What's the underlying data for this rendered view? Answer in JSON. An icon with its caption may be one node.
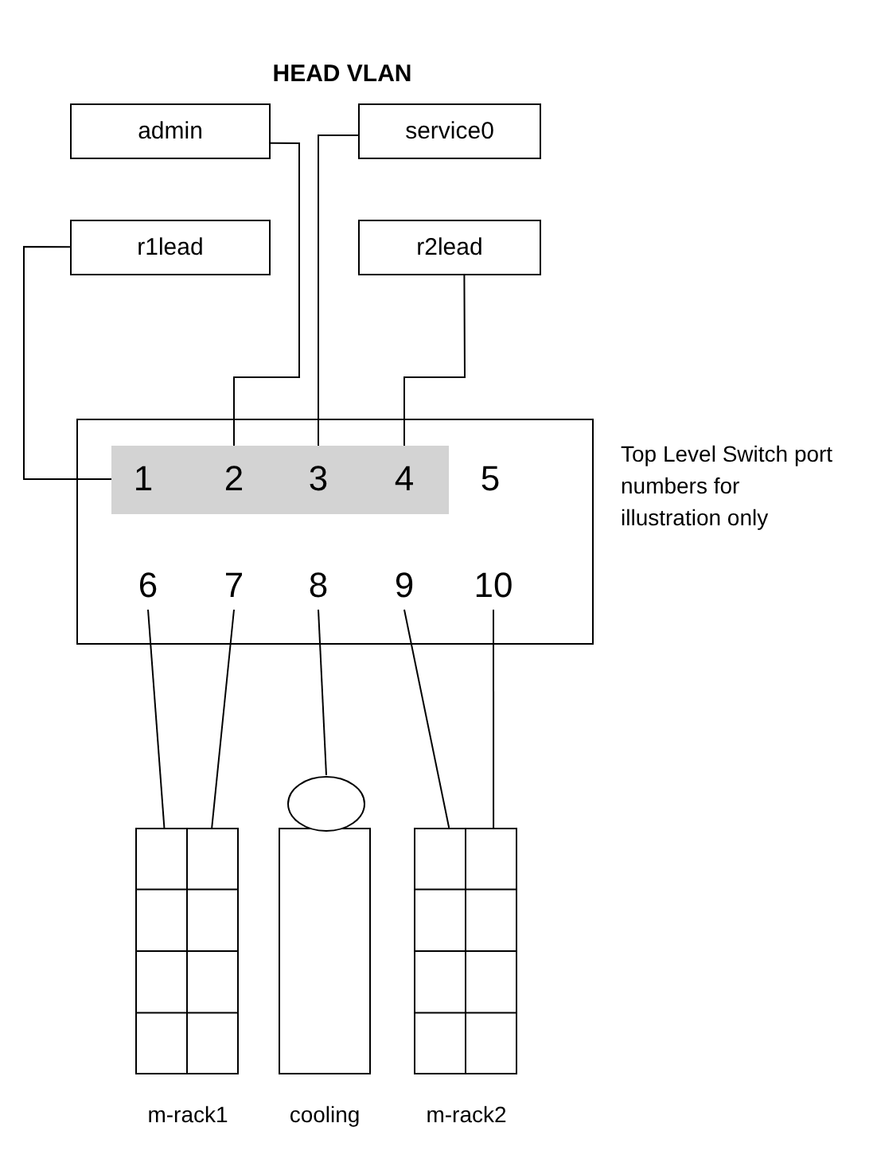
{
  "diagram": {
    "title": "HEAD VLAN",
    "nodes": [
      {
        "text": [
          "admin"
        ]
      },
      {
        "text": [
          "service0"
        ]
      },
      {
        "text": [
          "r1lead"
        ]
      },
      {
        "text": [
          "r2lead"
        ]
      },
      {
        "text": [],
        "shape": "box",
        "beside": [
          "Top Level Switch port numbers for illustration only"
        ]
      },
      {
        "text": [],
        "shape": "bar",
        "in": 4
      },
      {
        "text": [
          "1"
        ],
        "in": 5
      },
      {
        "text": [
          "2"
        ],
        "in": 5
      },
      {
        "text": [
          "3"
        ],
        "in": 5
      },
      {
        "text": [
          "4"
        ],
        "in": 5
      },
      {
        "text": [
          "5"
        ],
        "in": 4
      },
      {
        "text": [
          "6"
        ],
        "in": 4
      },
      {
        "text": [
          "7"
        ],
        "in": 4
      },
      {
        "text": [
          "8"
        ],
        "in": 4
      },
      {
        "text": [
          "9"
        ],
        "in": 4
      },
      {
        "text": [
          "10"
        ],
        "in": 4
      },
      {
        "text": [
          "m-rack1"
        ]
      },
      {
        "text": [
          "cooling"
        ]
      },
      {
        "text": [],
        "shape": "circle"
      },
      {
        "text": [
          "m-rack2"
        ]
      }
    ],
    "edges": [
      {
        "from": 0,
        "to": 7,
        "arrow": "none"
      },
      {
        "from": 1,
        "to": 8,
        "arrow": "none"
      },
      {
        "from": 2,
        "to": 6,
        "arrow": "none"
      },
      {
        "from": 3,
        "to": 9,
        "arrow": "none"
      },
      {
        "from": 11,
        "to": 16,
        "arrow": "none"
      },
      {
        "from": 12,
        "to": 16,
        "arrow": "none"
      },
      {
        "from": 13,
        "to": 18,
        "arrow": "none"
      },
      {
        "from": 14,
        "to": 19,
        "arrow": "none"
      },
      {
        "from": 15,
        "to": 19,
        "arrow": "none"
      }
    ]
  }
}
